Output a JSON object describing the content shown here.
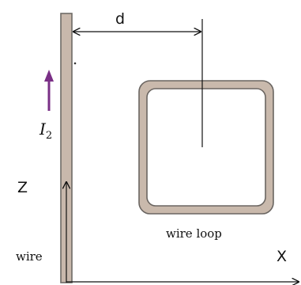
{
  "labels": {
    "distance": "d",
    "current_symbol": "I",
    "current_subscript": "2",
    "z_axis": "Z",
    "x_axis": "X",
    "wire": "wire",
    "loop": "wire loop"
  },
  "colors": {
    "wire_fill": "#c8b8ac",
    "wire_stroke": "#6e6a66",
    "loop_fill": "#c9b9ac",
    "loop_stroke": "#6a6561",
    "current_arrow": "#7a2f86",
    "line": "#111111"
  }
}
